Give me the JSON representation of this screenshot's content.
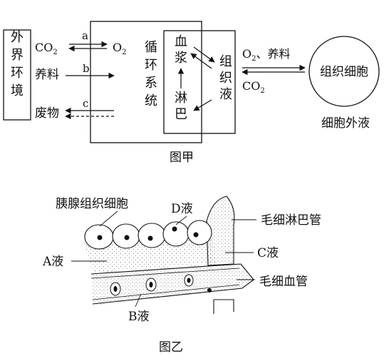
{
  "figure_a": {
    "caption": "图甲",
    "external_env": "外界环境",
    "labels": {
      "a": "a",
      "b": "b",
      "c": "c"
    },
    "co2": {
      "base": "CO",
      "sub": "2"
    },
    "o2": {
      "base": "O",
      "sub": "2"
    },
    "nutrients": "养料",
    "waste": "废物",
    "circulatory_system": "循环系统",
    "plasma": "血浆",
    "lymph": "淋巴",
    "tissue_fluid": "组织液",
    "o2_nutrients": {
      "base": "O",
      "sub": "2",
      "rest": "、养料"
    },
    "co2_right": {
      "base": "CO",
      "sub": "2"
    },
    "tissue_cell": "组织细胞",
    "extracellular_fluid": "细胞外液"
  },
  "figure_b": {
    "caption": "图乙",
    "pancreatic_cells": "胰腺组织细胞",
    "d_fluid": "D液",
    "lymph_capillary": "毛细淋巴管",
    "a_fluid": "A液",
    "c_fluid": "C液",
    "blood_capillary": "毛细血管",
    "b_fluid": "B液"
  }
}
